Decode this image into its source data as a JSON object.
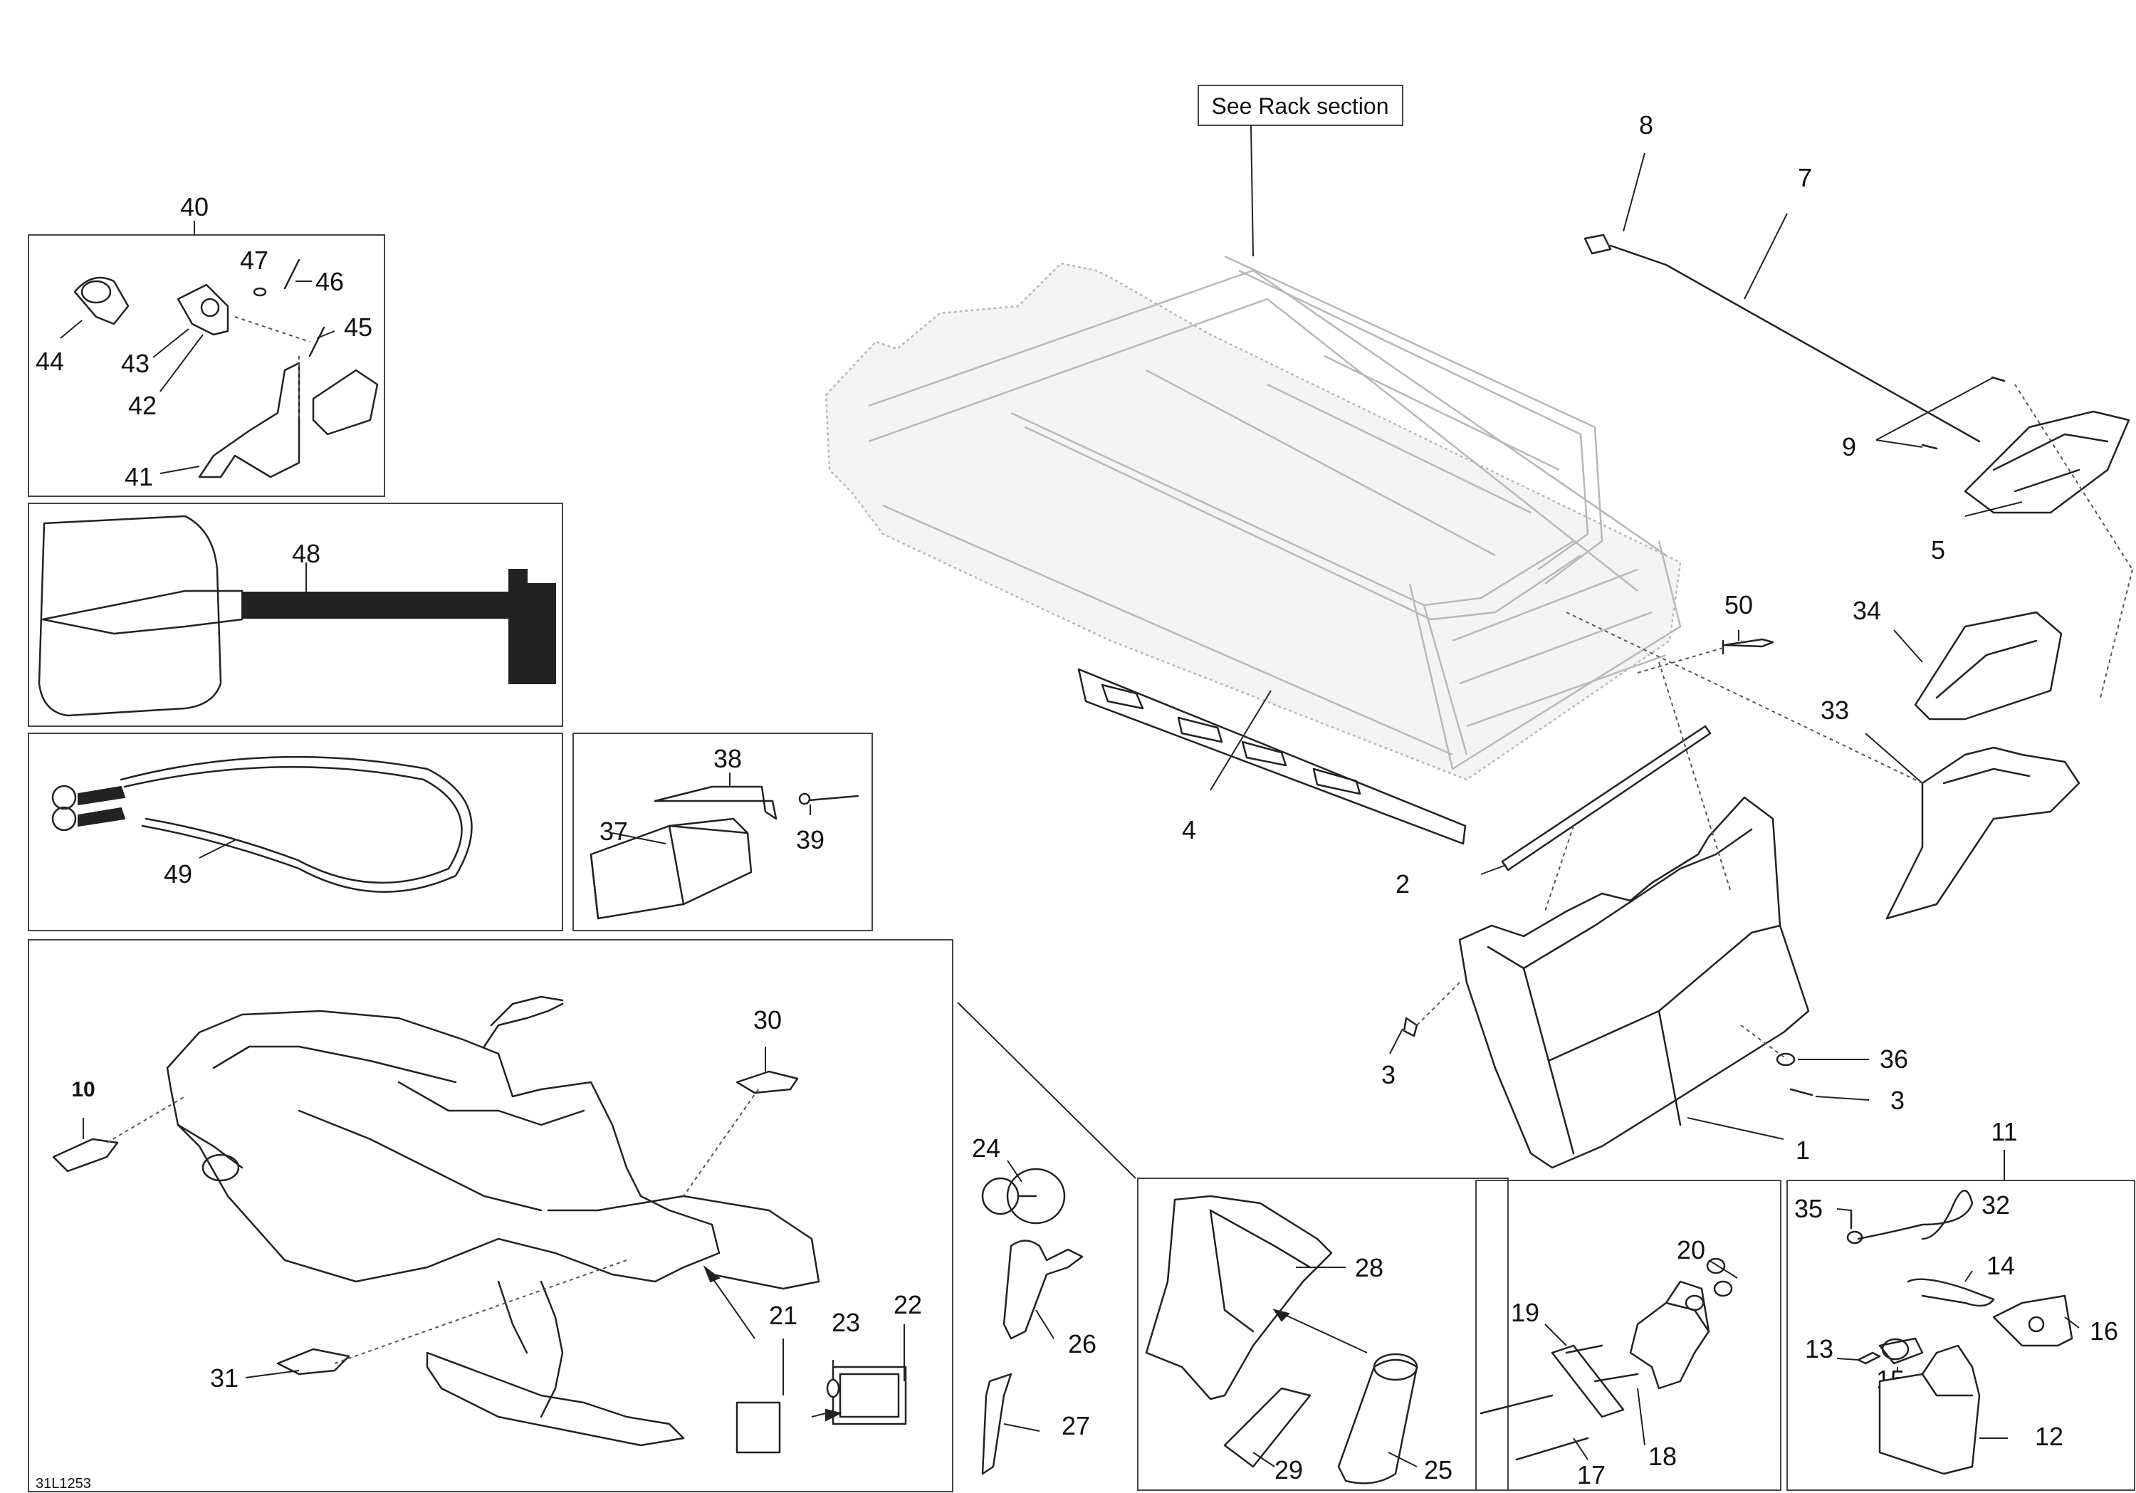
{
  "reference_box": {
    "text": "See Rack section"
  },
  "drawing_code": "31L1253",
  "callouts": {
    "c1": "1",
    "c2": "2",
    "c3a": "3",
    "c3b": "3",
    "c4": "4",
    "c5": "5",
    "c7": "7",
    "c8": "8",
    "c9": "9",
    "c10": "10",
    "c11": "11",
    "c12": "12",
    "c13": "13",
    "c14": "14",
    "c15": "15",
    "c16": "16",
    "c17": "17",
    "c18": "18",
    "c19": "19",
    "c20": "20",
    "c21": "21",
    "c22": "22",
    "c23": "23",
    "c24": "24",
    "c25": "25",
    "c26": "26",
    "c27": "27",
    "c28": "28",
    "c29": "29",
    "c30": "30",
    "c31": "31",
    "c32": "32",
    "c33": "33",
    "c34": "34",
    "c35": "35",
    "c36": "36",
    "c37": "37",
    "c38": "38",
    "c39": "39",
    "c40": "40",
    "c41": "41",
    "c42": "42",
    "c43": "43",
    "c44": "44",
    "c45": "45",
    "c46": "46",
    "c47": "47",
    "c48": "48",
    "c49": "49",
    "c50": "50"
  }
}
